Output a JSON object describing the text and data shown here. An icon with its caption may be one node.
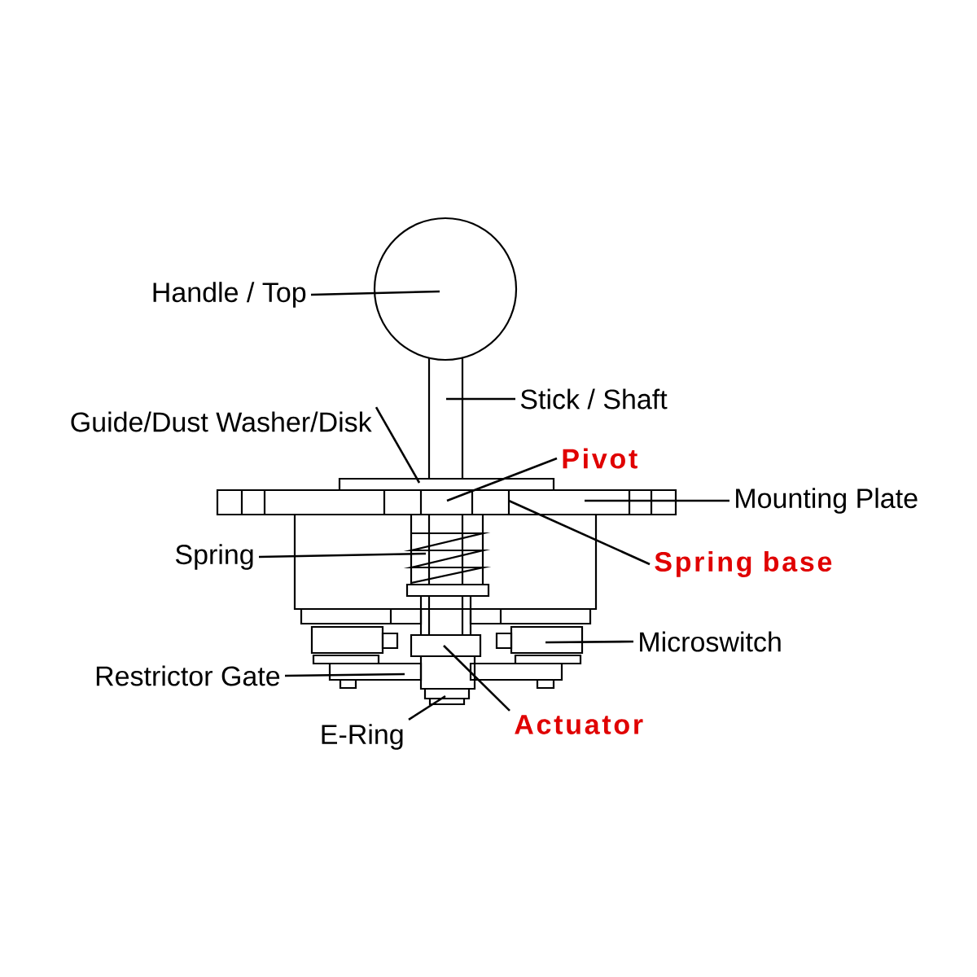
{
  "diagram": {
    "nodes": [
      {
        "text": [
          "Handle / Top"
        ]
      },
      {
        "text": [
          "Stick / Shaft"
        ]
      },
      {
        "text": [
          "Guide/Dust Washer/Disk"
        ]
      },
      {
        "text": [
          "Pivot"
        ]
      },
      {
        "text": [
          "Mounting Plate"
        ]
      },
      {
        "text": [
          "Spring"
        ]
      },
      {
        "text": [
          "Spring base"
        ]
      },
      {
        "text": [
          "Microswitch"
        ]
      },
      {
        "text": [
          "Restrictor Gate"
        ]
      },
      {
        "text": [
          "E-Ring"
        ]
      },
      {
        "text": [
          "Actuator"
        ]
      }
    ],
    "edges": [
      {
        "from": 0,
        "to": null,
        "arrow": "none"
      },
      {
        "from": 1,
        "to": null,
        "arrow": "none"
      },
      {
        "from": 2,
        "to": null,
        "arrow": "none"
      },
      {
        "from": 3,
        "to": null,
        "arrow": "none"
      },
      {
        "from": 4,
        "to": null,
        "arrow": "none"
      },
      {
        "from": 5,
        "to": null,
        "arrow": "none"
      },
      {
        "from": 6,
        "to": null,
        "arrow": "none"
      },
      {
        "from": 7,
        "to": null,
        "arrow": "none"
      },
      {
        "from": 8,
        "to": null,
        "arrow": "none"
      },
      {
        "from": 9,
        "to": null,
        "arrow": "none"
      },
      {
        "from": 10,
        "to": null,
        "arrow": "none"
      }
    ]
  }
}
